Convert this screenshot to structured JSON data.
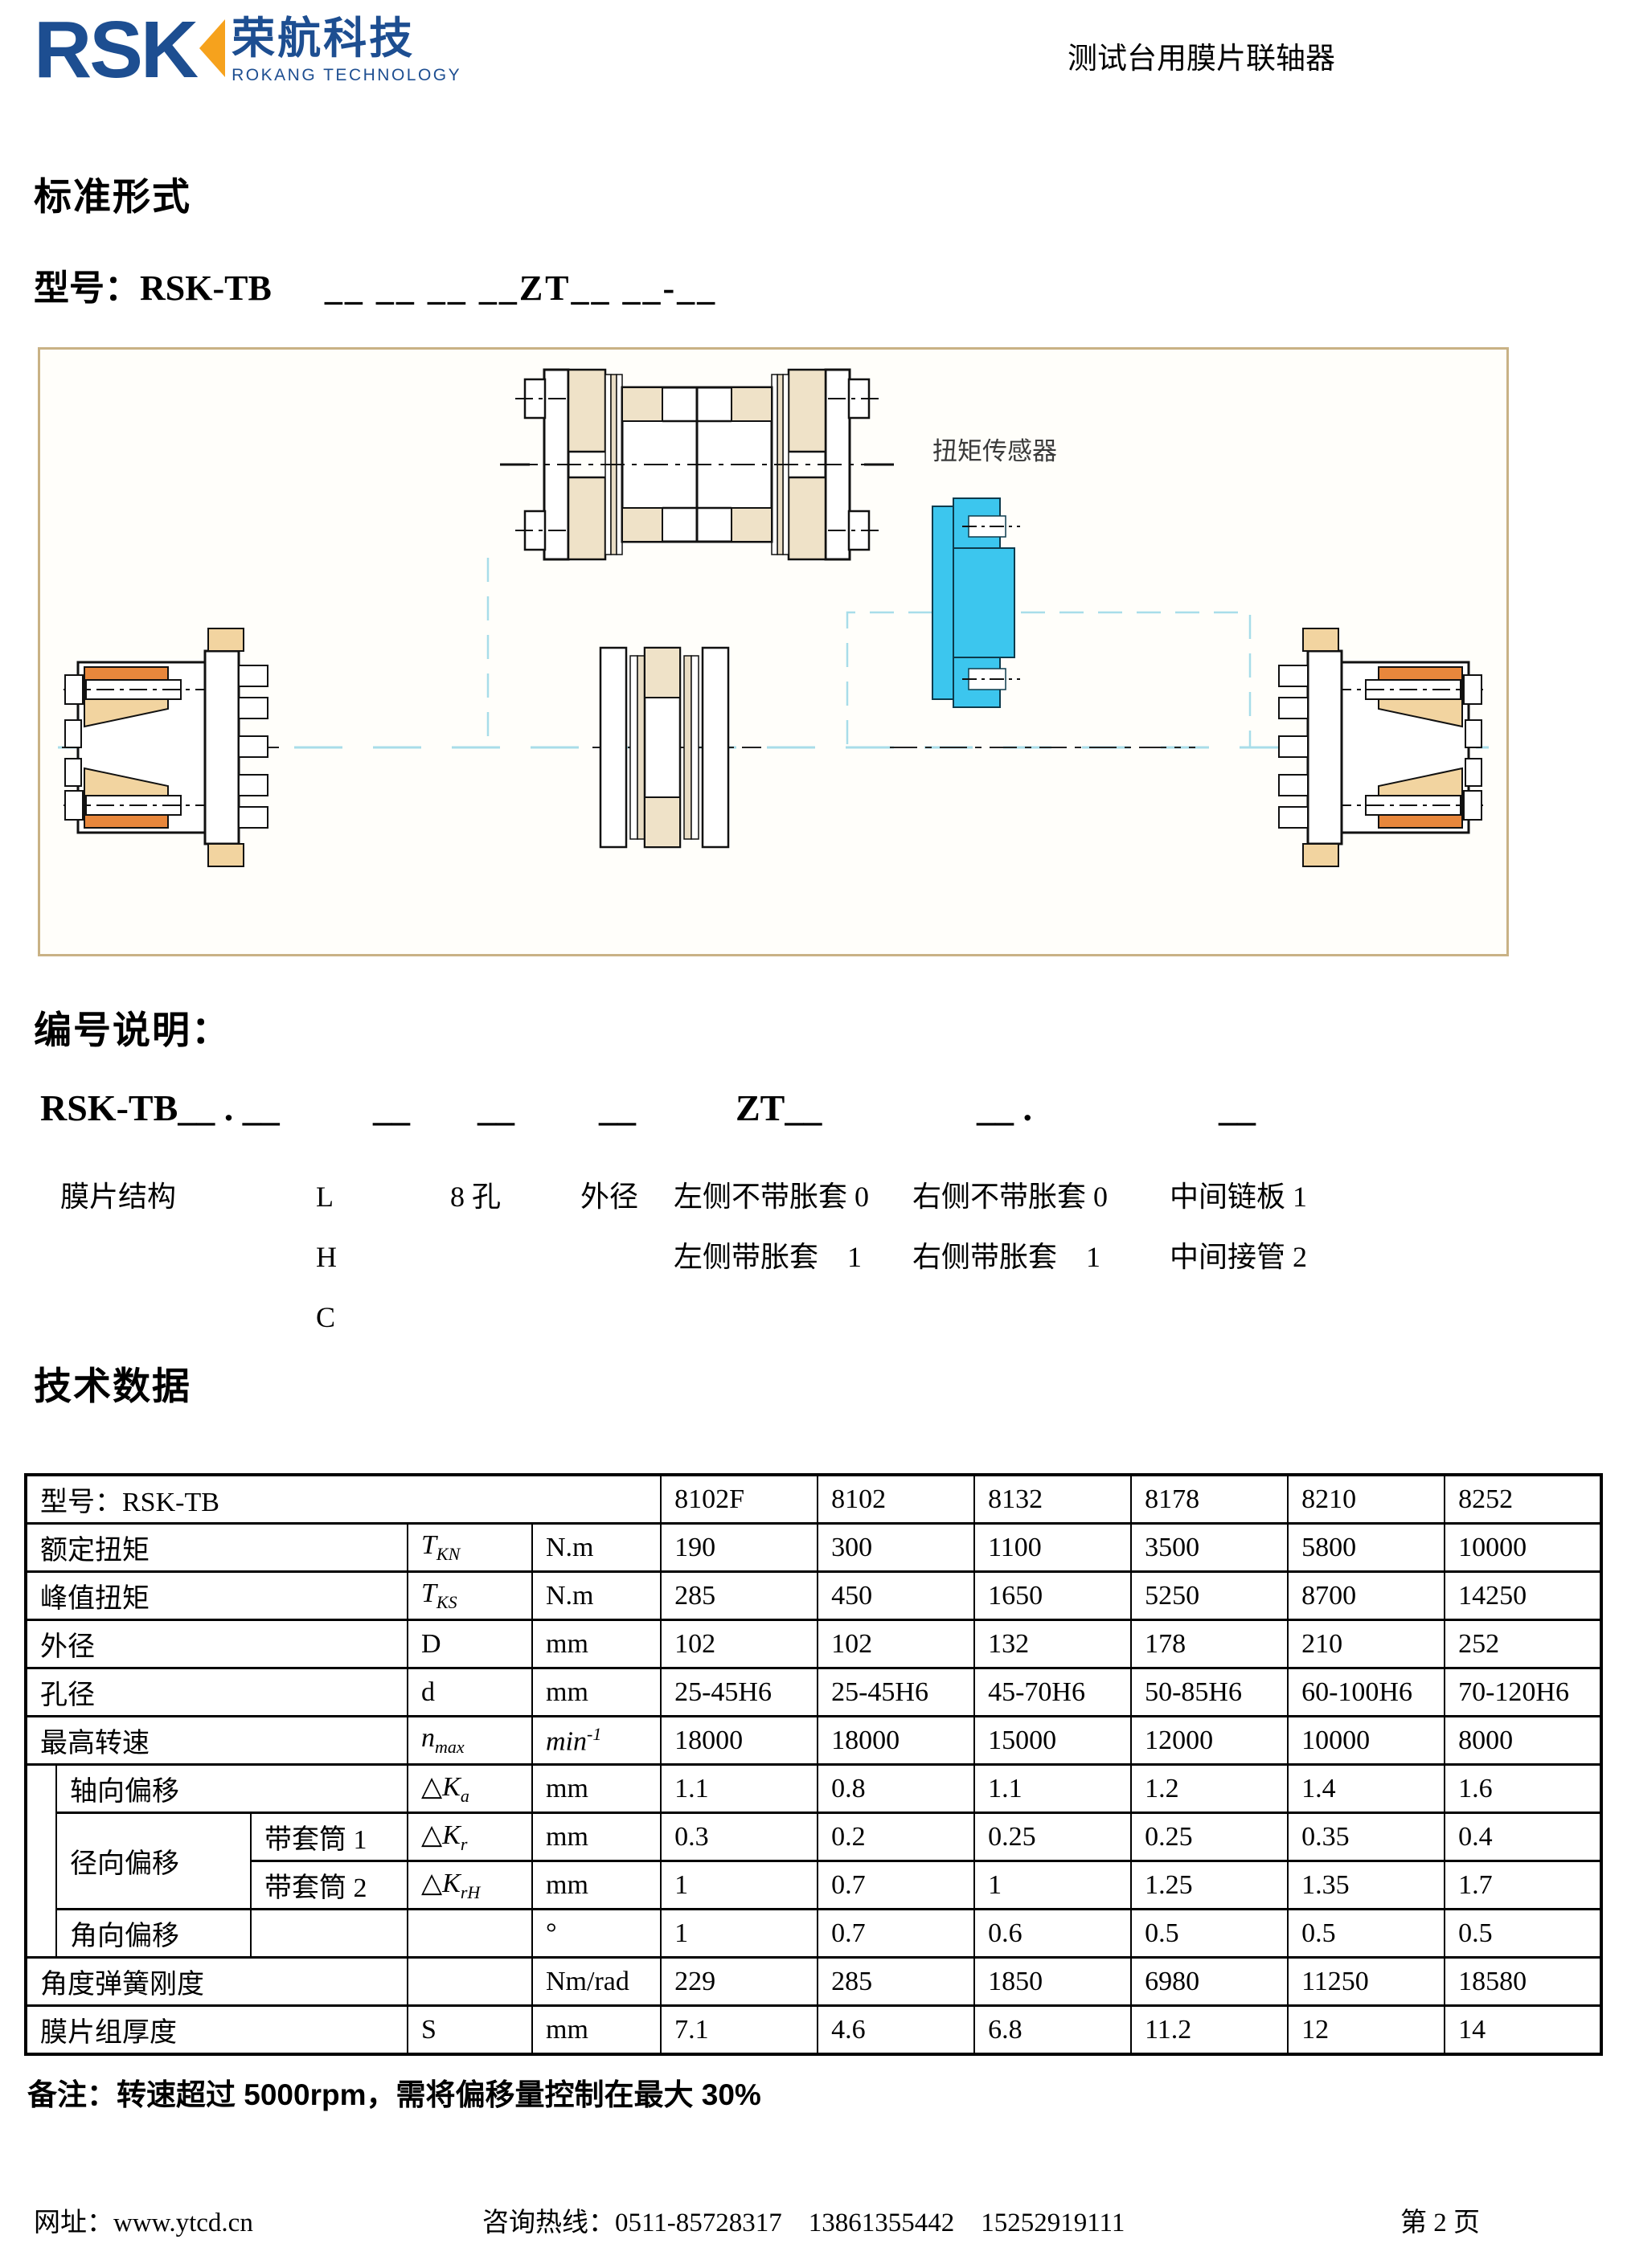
{
  "header": {
    "logo_rsk": "RSK",
    "logo_cn": "荣航科技",
    "logo_en": "ROKANG TECHNOLOGY",
    "doc_title": "测试台用膜片联轴器"
  },
  "standard_section": {
    "title": "标准形式",
    "model_label": "型号：RSK-TB",
    "model_blanks": "__ __ __ __ZT__ __-__"
  },
  "diagram": {
    "sensor_label": "扭矩传感器"
  },
  "numbering": {
    "title": "编号说明：",
    "code_p1": "RSK-TB__ . __",
    "code_p2": "__",
    "code_p3": "__",
    "code_p4": "__",
    "code_zt": "ZT__",
    "code_r1": "__ .",
    "code_r2": "__",
    "label_structure": "膜片结构",
    "options_structure": [
      "L",
      "H",
      "C"
    ],
    "label_holes": "8 孔",
    "label_od": "外径",
    "left_opts": [
      "左侧不带胀套 0",
      "左侧带胀套　1"
    ],
    "right_opts": [
      "右侧不带胀套 0",
      "右侧带胀套　1"
    ],
    "middle_opts": [
      "中间链板 1",
      "中间接管 2"
    ]
  },
  "tech_table": {
    "title": "技术数据",
    "model_row_label": "型号：RSK-TB",
    "models": [
      "8102F",
      "8102",
      "8132",
      "8178",
      "8210",
      "8252"
    ],
    "rows": [
      {
        "label": "额定扭矩",
        "sym": "T",
        "sub": "KN",
        "unit": "N.m",
        "values": [
          "190",
          "300",
          "1100",
          "3500",
          "5800",
          "10000"
        ]
      },
      {
        "label": "峰值扭矩",
        "sym": "T",
        "sub": "KS",
        "unit": "N.m",
        "values": [
          "285",
          "450",
          "1650",
          "5250",
          "8700",
          "14250"
        ]
      },
      {
        "label": "外径",
        "sym": "D",
        "sub": "",
        "unit": "mm",
        "values": [
          "102",
          "102",
          "132",
          "178",
          "210",
          "252"
        ]
      },
      {
        "label": "孔径",
        "sym": "d",
        "sub": "",
        "unit": "mm",
        "values": [
          "25-45H6",
          "25-45H6",
          "45-70H6",
          "50-85H6",
          "60-100H6",
          "70-120H6"
        ]
      },
      {
        "label": "最高转速",
        "sym": "n",
        "sub": "max",
        "unit": "min",
        "unit_sup": "-1",
        "values": [
          "18000",
          "18000",
          "15000",
          "12000",
          "10000",
          "8000"
        ]
      },
      {
        "label": "轴向偏移",
        "sym": "△K",
        "sub": "a",
        "unit": "mm",
        "values": [
          "1.1",
          "0.8",
          "1.1",
          "1.2",
          "1.4",
          "1.6"
        ]
      },
      {
        "group": "径向偏移",
        "label": "带套筒 1",
        "sym": "△K",
        "sub": "r",
        "unit": "mm",
        "values": [
          "0.3",
          "0.2",
          "0.25",
          "0.25",
          "0.35",
          "0.4"
        ]
      },
      {
        "label": "带套筒 2",
        "sym": "△K",
        "sub": "rH",
        "unit": "mm",
        "values": [
          "1",
          "0.7",
          "1",
          "1.25",
          "1.35",
          "1.7"
        ]
      },
      {
        "label": "角向偏移",
        "sym": "",
        "sub": "",
        "unit": "°",
        "values": [
          "1",
          "0.7",
          "0.6",
          "0.5",
          "0.5",
          "0.5"
        ]
      },
      {
        "label": "角度弹簧刚度",
        "sym": "",
        "sub": "",
        "unit": "Nm/rad",
        "values": [
          "229",
          "285",
          "1850",
          "6980",
          "11250",
          "18580"
        ]
      },
      {
        "label": "膜片组厚度",
        "sym": "S",
        "sub": "",
        "unit": "mm",
        "values": [
          "7.1",
          "4.6",
          "6.8",
          "11.2",
          "12",
          "14"
        ]
      }
    ],
    "note": "备注：转速超过 5000rpm，需将偏移量控制在最大 30%"
  },
  "footer": {
    "site": "网址：www.ytcd.cn",
    "hotline": "咨询热线：0511-85728317　13861355442　15252919111",
    "page": "第 2 页"
  }
}
